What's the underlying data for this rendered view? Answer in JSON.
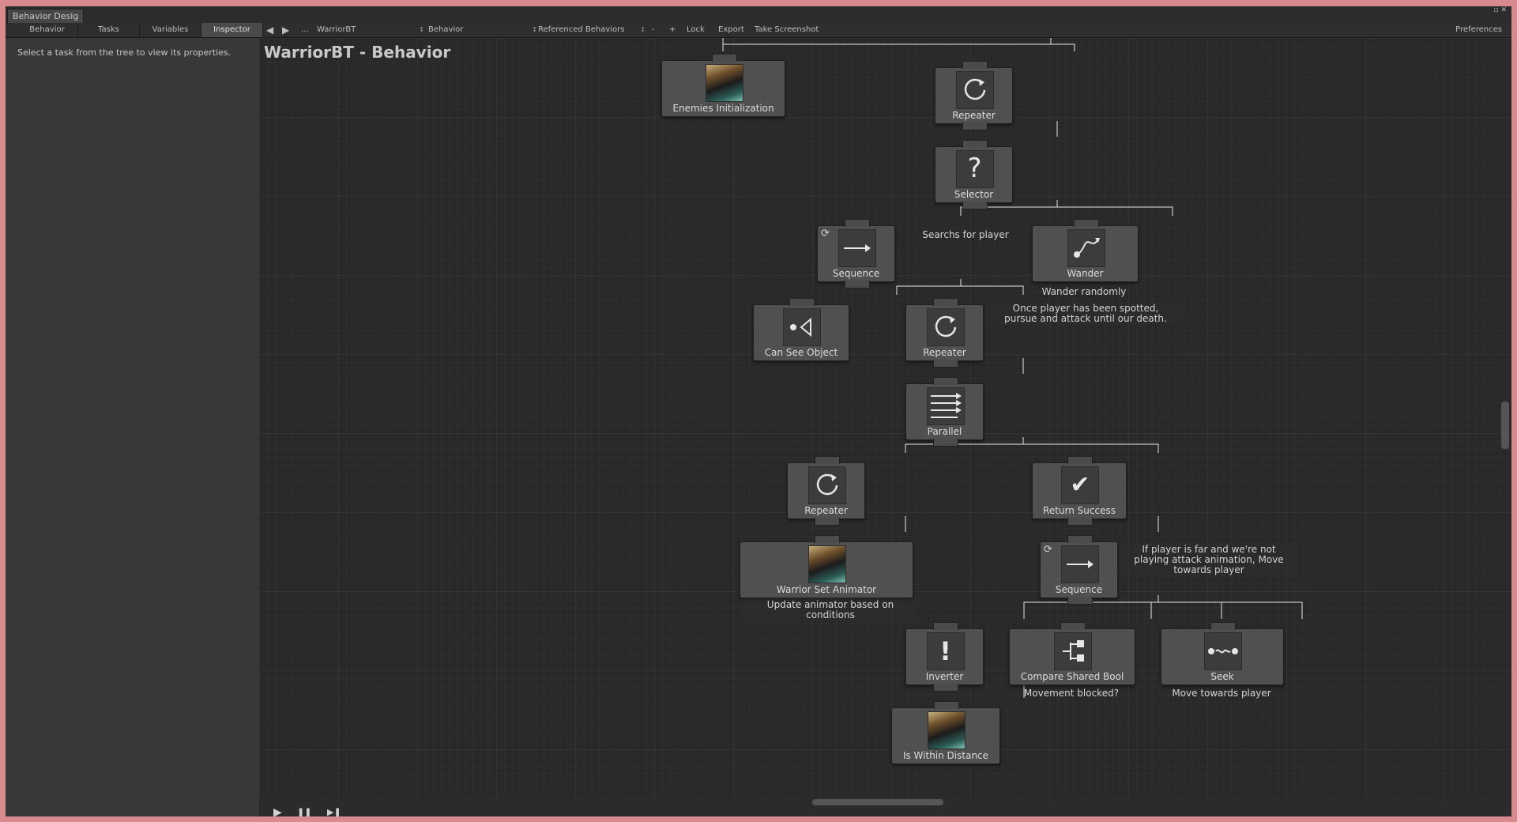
{
  "window": {
    "tab_label": "Behavior Desig",
    "controls": "▫ ✕"
  },
  "sidebar": {
    "tabs": [
      "Behavior",
      "Tasks",
      "Variables",
      "Inspector"
    ],
    "message": "Select a task from the tree to view its properties."
  },
  "toolbar": {
    "ellipsis": "...",
    "tree_name": "WarriorBT",
    "behavior_name": "Behavior",
    "referenced": "Referenced Behaviors",
    "minus": "-",
    "plus": "+",
    "lock": "Lock",
    "export": "Export",
    "screenshot": "Take Screenshot",
    "preferences": "Preferences"
  },
  "graph": {
    "title": "WarriorBT - Behavior",
    "nodes": {
      "enemies_init": "Enemies Initialization",
      "repeater_root": "Repeater",
      "selector": "Selector",
      "sequence_search": "Sequence",
      "wander": "Wander",
      "can_see_object": "Can See Object",
      "repeater_pursue": "Repeater",
      "parallel": "Parallel",
      "repeater_anim": "Repeater",
      "return_success": "Return Success",
      "warrior_set_animator": "Warrior Set Animator",
      "sequence_move": "Sequence",
      "inverter": "Inverter",
      "compare_shared_bool": "Compare Shared Bool",
      "seek": "Seek",
      "is_within_distance": "Is Within Distance"
    },
    "comments": {
      "searchs": "Searchs for player",
      "wander": "Wander randomly",
      "pursue_1": "Once player has been spotted,",
      "pursue_2": "pursue and attack until our death.",
      "animator_1": "Update animator based on",
      "animator_2": "conditions",
      "move_1": "If player is far and we're not",
      "move_2": "playing attack animation, Move",
      "move_3": "towards player",
      "blocked": "Movement blocked?",
      "seek": "Move towards player"
    }
  },
  "playback": {
    "play": "▶",
    "pause": "❚❚",
    "step": "▶❚"
  }
}
